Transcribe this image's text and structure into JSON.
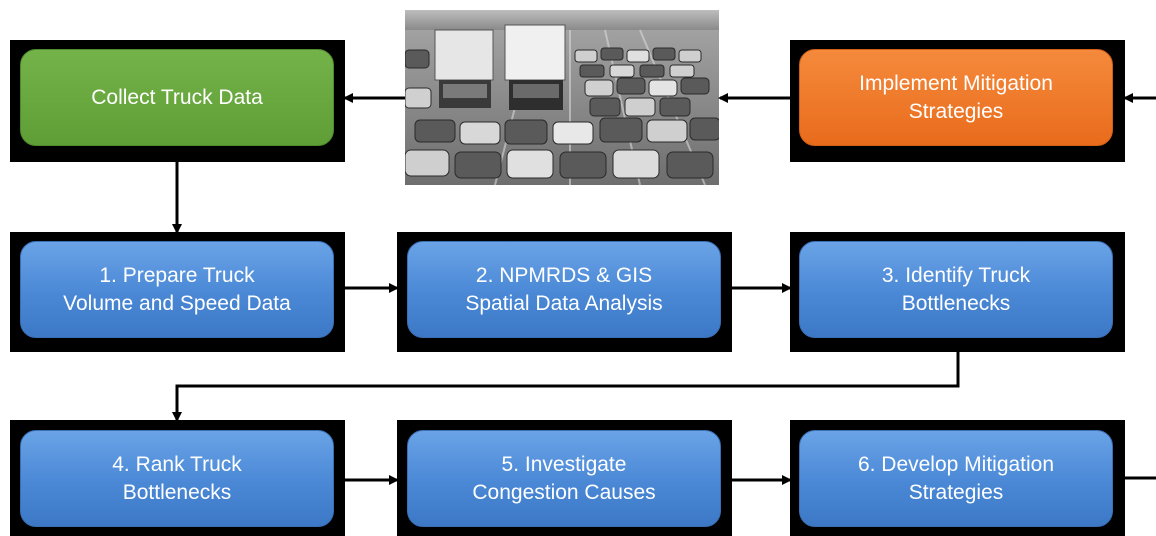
{
  "nodes": {
    "collect": "Collect Truck Data",
    "implement": "Implement Mitigation\nStrategies",
    "step1": "1. Prepare Truck\nVolume and Speed Data",
    "step2": "2. NPMRDS & GIS\nSpatial Data Analysis",
    "step3": "3. Identify Truck\nBottlenecks",
    "step4": "4. Rank Truck\nBottlenecks",
    "step5": "5. Investigate\nCongestion Causes",
    "step6": "6. Develop Mitigation\nStrategies"
  },
  "image": {
    "subject": "highway traffic congestion with trucks",
    "tone": "grayscale"
  },
  "colors": {
    "step_fill": "#4a88d6",
    "collect_fill": "#5f9e36",
    "implement_fill": "#e96b1c",
    "frame": "#000000",
    "text": "#ffffff"
  }
}
